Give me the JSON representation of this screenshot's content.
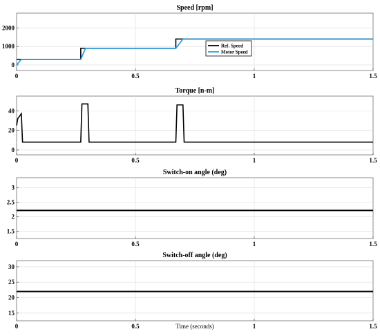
{
  "chart_data": [
    {
      "type": "line",
      "title": "Speed [rpm]",
      "xlabel": "",
      "ylabel": "",
      "xlim": [
        0,
        1.5
      ],
      "ylim": [
        -300,
        2800
      ],
      "xticks": [
        0,
        0.5,
        1,
        1.5
      ],
      "xtick_labels": [
        "0",
        "0.5",
        "1",
        "1.5"
      ],
      "yticks": [
        0,
        1000,
        2000
      ],
      "ytick_labels": [
        "0",
        "1000",
        "2000"
      ],
      "grid": true,
      "legend": {
        "placement": "right-middle"
      },
      "series": [
        {
          "name": "Ref. Speed",
          "color": "#000000",
          "x": [
            0,
            0.27,
            0.27,
            0.67,
            0.67,
            1.5
          ],
          "y": [
            300,
            300,
            900,
            900,
            1400,
            1400
          ]
        },
        {
          "name": "Motor Speed",
          "color": "#2e9ee0",
          "x": [
            0,
            0.02,
            0.27,
            0.29,
            0.67,
            0.7,
            1.5
          ],
          "y": [
            0,
            300,
            300,
            900,
            900,
            1400,
            1400
          ]
        }
      ]
    },
    {
      "type": "line",
      "title": "Torque [n-m]",
      "xlabel": "",
      "ylabel": "",
      "xlim": [
        0,
        1.5
      ],
      "ylim": [
        -5,
        55
      ],
      "xticks": [
        0,
        0.5,
        1,
        1.5
      ],
      "xtick_labels": [
        "0",
        "0.5",
        "1",
        "1.5"
      ],
      "yticks": [
        0,
        20,
        40
      ],
      "ytick_labels": [
        "0",
        "20",
        "40"
      ],
      "grid": true,
      "series": [
        {
          "color": "#000000",
          "x": [
            0,
            0.005,
            0.02,
            0.025,
            0.03,
            0.27,
            0.275,
            0.3,
            0.305,
            0.67,
            0.675,
            0.7,
            0.705,
            1.5
          ],
          "y": [
            25,
            32,
            37,
            8,
            8,
            8,
            47,
            47,
            8,
            8,
            46,
            46,
            8,
            8
          ]
        }
      ]
    },
    {
      "type": "line",
      "title": "Switch-on angle (deg)",
      "xlabel": "",
      "ylabel": "",
      "xlim": [
        0,
        1.5
      ],
      "ylim": [
        1.25,
        3.35
      ],
      "xticks": [
        0,
        0.5,
        1,
        1.5
      ],
      "xtick_labels": [
        "0",
        "0.5",
        "1",
        "1.5"
      ],
      "yticks": [
        1.5,
        2,
        2.5,
        3
      ],
      "ytick_labels": [
        "1.5",
        "2",
        "2.5",
        "3"
      ],
      "grid": true,
      "series": [
        {
          "color": "#000000",
          "x": [
            0,
            1.5
          ],
          "y": [
            2.22,
            2.22
          ]
        }
      ]
    },
    {
      "type": "line",
      "title": "Switch-off angle (deg)",
      "xlabel": "Time (seconds)",
      "ylabel": "",
      "xlim": [
        0,
        1.5
      ],
      "ylim": [
        12.5,
        32
      ],
      "xticks": [
        0,
        0.5,
        1,
        1.5
      ],
      "xtick_labels": [
        "0",
        "0.5",
        "1",
        "1.5"
      ],
      "yticks": [
        15,
        20,
        25,
        30
      ],
      "ytick_labels": [
        "15",
        "20",
        "25",
        "30"
      ],
      "grid": true,
      "series": [
        {
          "color": "#000000",
          "x": [
            0,
            1.5
          ],
          "y": [
            22,
            22
          ]
        }
      ]
    }
  ]
}
